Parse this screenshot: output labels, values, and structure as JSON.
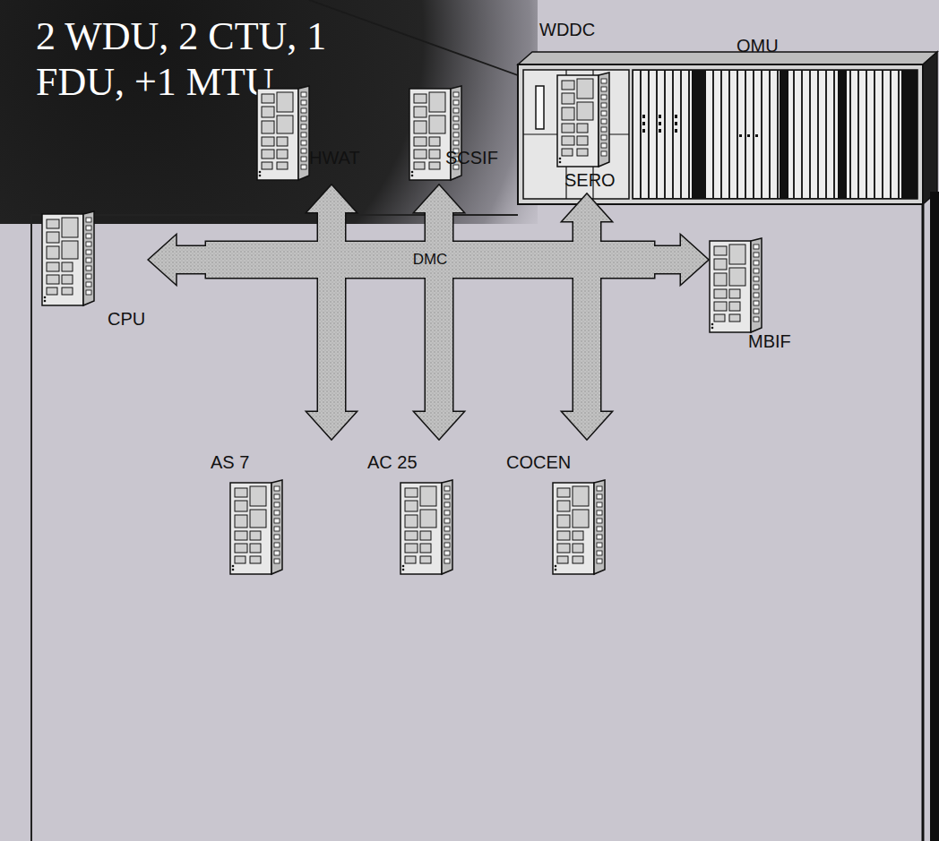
{
  "diagram": {
    "nodes": [
      {
        "text": [
          "HWAT"
        ]
      },
      {
        "text": [
          "SCSIF"
        ]
      },
      {
        "text": [
          "SERO"
        ]
      },
      {
        "text": [
          "CPU"
        ]
      },
      {
        "text": [
          "DMC"
        ]
      },
      {
        "text": [
          "MBIF"
        ]
      },
      {
        "text": [
          "AS 7"
        ]
      },
      {
        "text": [
          "AC 25"
        ]
      },
      {
        "text": [
          "COCEN"
        ]
      }
    ],
    "edges": [
      {
        "from": 4,
        "to": 0,
        "arrow": "to"
      },
      {
        "from": 4,
        "to": 1,
        "arrow": "to"
      },
      {
        "from": 4,
        "to": 2,
        "arrow": "to"
      },
      {
        "from": 4,
        "to": 3,
        "arrow": "to"
      },
      {
        "from": 4,
        "to": 5,
        "arrow": "to"
      },
      {
        "from": 4,
        "to": 6,
        "arrow": "to"
      },
      {
        "from": 4,
        "to": 7,
        "arrow": "to"
      },
      {
        "from": 4,
        "to": 8,
        "arrow": "to"
      }
    ],
    "labels": [
      "2 WDU, 2 CTU, 1 FDU, +1 MTU",
      "WDDC",
      "OMU"
    ]
  }
}
